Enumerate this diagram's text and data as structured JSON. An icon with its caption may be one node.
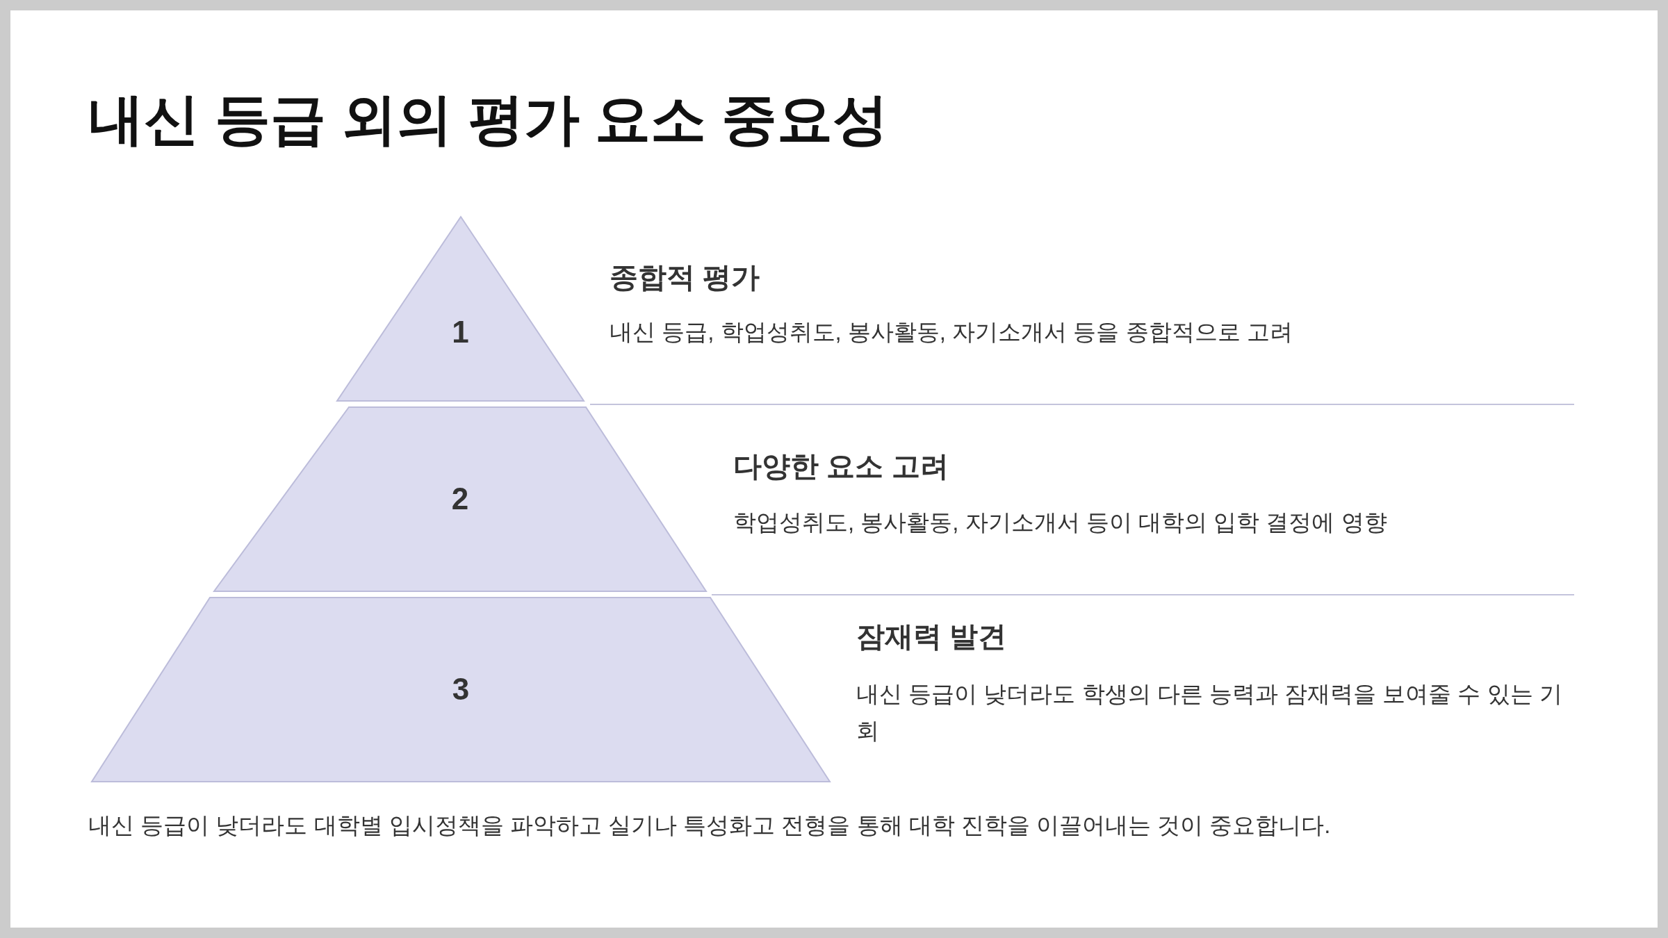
{
  "diagram": {
    "title": "내신 등급 외의 평가 요소 중요성",
    "nodes": [
      {
        "text": [
          "1"
        ],
        "beside": [
          "종합적 평가",
          "내신 등급, 학업성취도, 봉사활동, 자기소개서 등을 종합적으로 고려"
        ]
      },
      {
        "text": [
          "2"
        ],
        "beside": [
          "다양한 요소 고려",
          "학업성취도, 봉사활동, 자기소개서 등이 대학의 입학 결정에 영향"
        ]
      },
      {
        "text": [
          "3"
        ],
        "beside": [
          "잠재력 발견",
          "내신 등급이 낮더라도 학생의 다른 능력과 잠재력을 보여줄 수 있는 기회"
        ]
      }
    ],
    "caption": "내신 등급이 낮더라도 대학별 입시정책을 파악하고 실기나 특성화고 전형을 통해 대학 진학을 이끌어내는 것이 중요합니다."
  }
}
